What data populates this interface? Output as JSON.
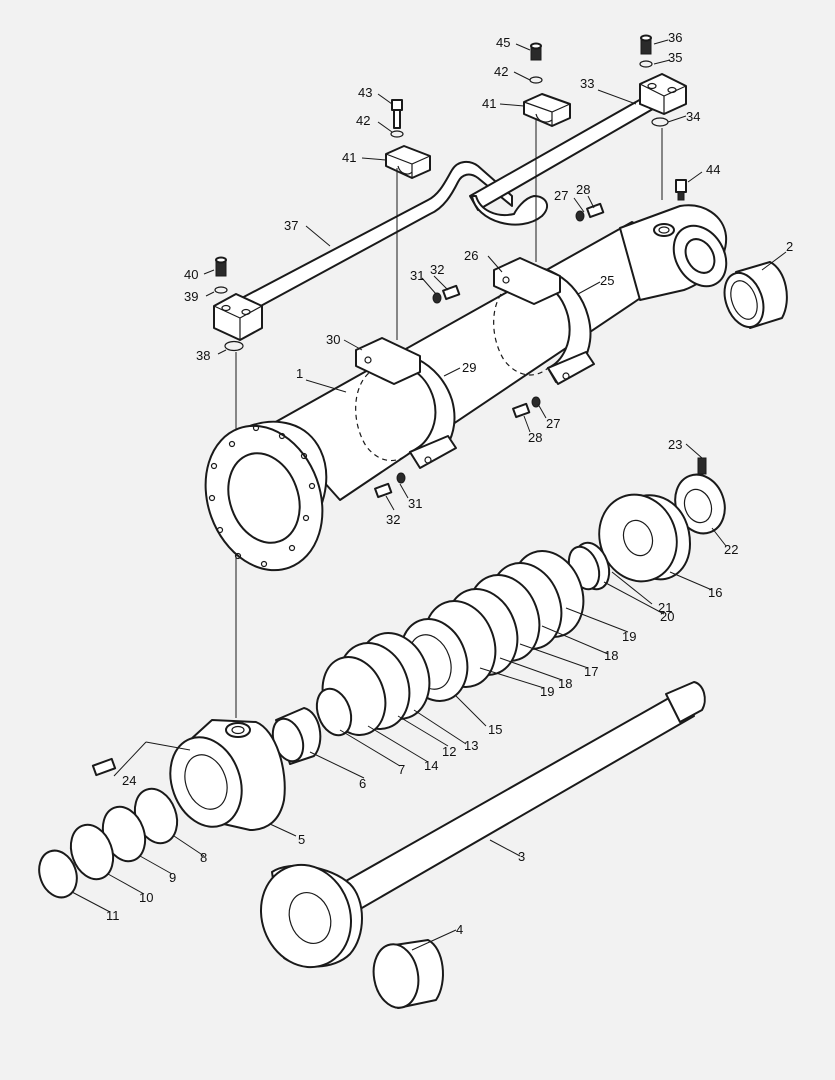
{
  "colors": {
    "background": "#f2f2f2",
    "line": "#1a1a1a",
    "part_fill": "#ffffff"
  },
  "callouts": {
    "c1": "1",
    "c2": "2",
    "c3": "3",
    "c4": "4",
    "c5": "5",
    "c6": "6",
    "c7": "7",
    "c8": "8",
    "c9": "9",
    "c10": "10",
    "c11": "11",
    "c12": "12",
    "c13": "13",
    "c14": "14",
    "c15": "15",
    "c16": "16",
    "c17": "17",
    "c18a": "18",
    "c18b": "18",
    "c19a": "19",
    "c19b": "19",
    "c20": "20",
    "c21": "21",
    "c22": "22",
    "c23": "23",
    "c24": "24",
    "c25": "25",
    "c26": "26",
    "c27a": "27",
    "c27b": "27",
    "c28a": "28",
    "c28b": "28",
    "c29": "29",
    "c30": "30",
    "c31a": "31",
    "c31b": "31",
    "c32a": "32",
    "c32b": "32",
    "c33": "33",
    "c34": "34",
    "c35": "35",
    "c36": "36",
    "c37": "37",
    "c38": "38",
    "c39": "39",
    "c40": "40",
    "c41a": "41",
    "c41b": "41",
    "c42a": "42",
    "c42b": "42",
    "c43": "43",
    "c44": "44",
    "c45": "45"
  }
}
